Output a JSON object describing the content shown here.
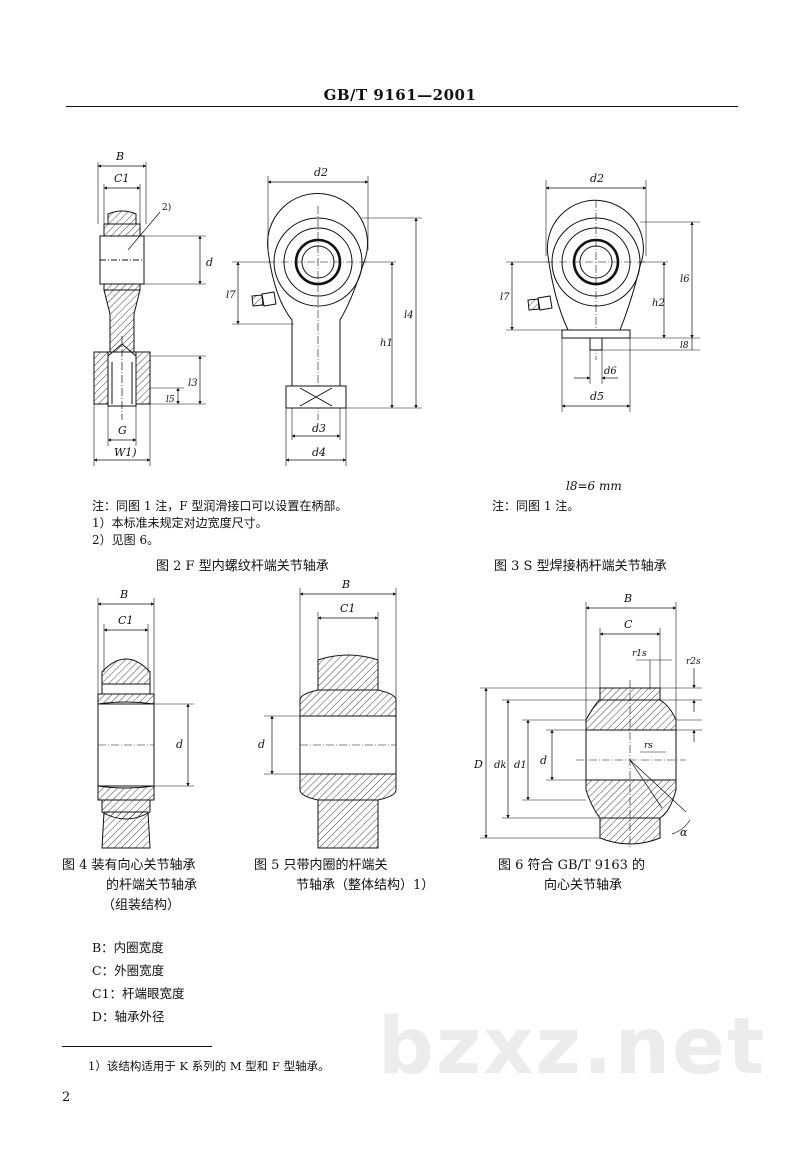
{
  "header": {
    "title": "GB/T 9161—2001"
  },
  "fig2": {
    "caption": "图 2  F 型内螺纹杆端关节轴承",
    "notes": [
      "注：同图 1 注，F 型润滑接口可以设置在柄部。",
      "1）本标准未规定对边宽度尺寸。",
      "2）见图 6。"
    ],
    "labels": {
      "B": "B",
      "C1": "C1",
      "callout": "2)",
      "d": "d",
      "l7": "l7",
      "l3": "l3",
      "l5": "l5",
      "h1": "h1",
      "l4": "l4",
      "G": "G",
      "W": "W1)",
      "d2": "d2",
      "d3": "d3",
      "d4": "d4"
    }
  },
  "fig3": {
    "caption": "图 3  S 型焊接柄杆端关节轴承",
    "formula": "l8=6 mm",
    "note": "注：同图 1 注。",
    "labels": {
      "d2": "d2",
      "l7": "l7",
      "h2": "h2",
      "l6": "l6",
      "l8": "l8",
      "d6": "d6",
      "d5": "d5"
    }
  },
  "fig4": {
    "caption": [
      "图 4  装有向心关节轴承",
      "的杆端关节轴承",
      "（组装结构）"
    ],
    "labels": {
      "B": "B",
      "C1": "C1",
      "d": "d"
    }
  },
  "fig5": {
    "caption": [
      "图 5  只带内圈的杆端关",
      "节轴承（整体结构）1）"
    ],
    "labels": {
      "B": "B",
      "C1": "C1",
      "d": "d"
    }
  },
  "fig6": {
    "caption": [
      "图 6  符合 GB/T 9163 的",
      "向心关节轴承"
    ],
    "labels": {
      "B": "B",
      "C": "C",
      "r1s": "r1s",
      "r2s": "r2s",
      "rs": "rs",
      "D": "D",
      "dk": "dk",
      "d1": "d1",
      "d": "d",
      "alpha": "α"
    }
  },
  "symbols": [
    "B：内圈宽度",
    "C：外圈宽度",
    "C1：杆端眼宽度",
    "D：轴承外径"
  ],
  "footnote": "1）该结构适用于 K 系列的 M 型和 F 型轴承。",
  "page_number": "2",
  "watermark": "bzxz.net"
}
